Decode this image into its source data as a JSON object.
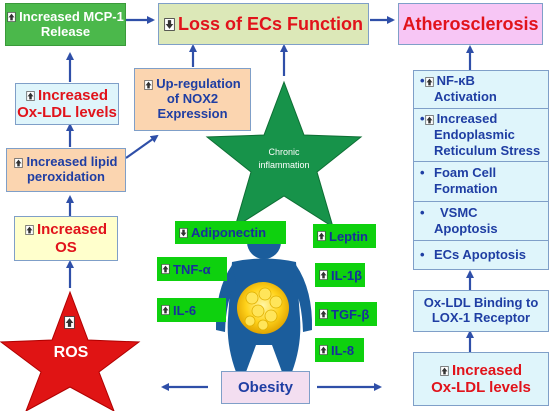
{
  "colors": {
    "arrow": "#2f4fa8",
    "green_box": "#4bb84b",
    "ecs_box": "#dce8b8",
    "athero_box": "#f7c6f5",
    "peach_box": "#fbd5b0",
    "cyan_box": "#dff5fb",
    "yellow_box": "#ffffcc",
    "tag_green": "#0ed10e",
    "ros_star": "#e01414",
    "chronic_star": "#17934a",
    "body_blue": "#1b5d9c"
  },
  "icons": {
    "up_arrow": "up-arrow-icon",
    "down_arrow": "down-arrow-icon"
  },
  "left_column": {
    "mcp1": "Increased MCP-1 Release",
    "oxldl_line1": "Increased",
    "oxldl_line2": "Ox-LDL levels",
    "lipid_line1": "Increased lipid",
    "lipid_line2": "peroxidation",
    "os_line1": "Increased",
    "os_line2": "OS",
    "ros": "ROS"
  },
  "top": {
    "ecs": "Loss of ECs Function",
    "athero": "Atherosclerosis",
    "nox2_line1": "Up-regulation",
    "nox2_line2": "of NOX2",
    "nox2_line3": "Expression"
  },
  "center": {
    "chronic_line1": "Chronic",
    "chronic_line2": "inflammation",
    "obesity": "Obesity"
  },
  "adipokines": {
    "adiponectin": "Adiponectin",
    "tnf": "TNF-α",
    "il6": "IL-6",
    "leptin": "Leptin",
    "il1b": "IL-1β",
    "tgfb": "TGF-β",
    "il8": "IL-8"
  },
  "right_column": {
    "nfkb_line1": "NF-κB",
    "nfkb_line2": "Activation",
    "er_line1": "Increased",
    "er_line2": "Endoplasmic",
    "er_line3": "Reticulum Stress",
    "foam_line1": "Foam Cell",
    "foam_line2": "Formation",
    "vsmc_line1": "VSMC",
    "vsmc_line2": "Apoptosis",
    "ecsapop": "ECs Apoptosis",
    "lox1_line1": "Ox-LDL Binding to",
    "lox1_line2": "LOX-1 Receptor",
    "oxldl_line1": "Increased",
    "oxldl_line2": "Ox-LDL levels"
  }
}
